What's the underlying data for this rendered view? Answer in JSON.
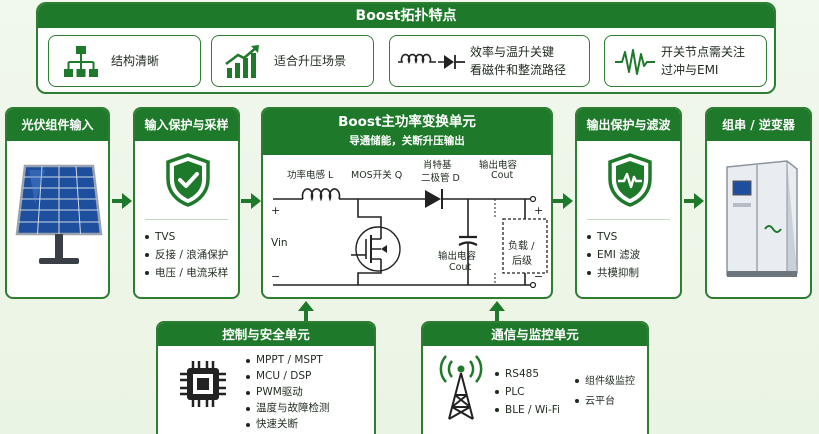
{
  "features": {
    "title": "Boost拓扑特点",
    "items": [
      {
        "icon": "hierarchy-icon",
        "text": "结构清晰"
      },
      {
        "icon": "growth-chart-icon",
        "text": "适合升压场景"
      },
      {
        "icon": "inductor-diode-icon",
        "text": "效率与温升关键",
        "text2": "看磁件和整流路径"
      },
      {
        "icon": "waveform-icon",
        "text": "开关节点需关注",
        "text2": "过冲与EMI"
      }
    ]
  },
  "pv": {
    "title": "光伏组件输入"
  },
  "input_protect": {
    "title": "输入保护与采样",
    "items": [
      "TVS",
      "反接 / 浪涌保护",
      "电压 / 电流采样"
    ]
  },
  "boost": {
    "title": "Boost主功率变换单元",
    "subtitle": "导通储能，关断升压输出",
    "labels": {
      "inductor": "功率电感 L",
      "mos": "MOS开关 Q",
      "diode_l1": "肖特基",
      "diode_l2": "二极管 D",
      "cout_top_l1": "输出电容",
      "cout_top_l2": "Cout",
      "cout_bot_l1": "输出电容",
      "cout_bot_l2": "Cout",
      "vin": "Vin",
      "load_l1": "负载 /",
      "load_l2": "后级",
      "plus": "+",
      "minus": "−"
    }
  },
  "output_protect": {
    "title": "输出保护与滤波",
    "items": [
      "TVS",
      "EMI 滤波",
      "共模抑制"
    ]
  },
  "inverter": {
    "title": "组串 / 逆变器"
  },
  "control": {
    "title": "控制与安全单元",
    "items": [
      "MPPT / MSPT",
      "MCU / DSP",
      "PWM驱动",
      "温度与故障检测",
      "快速关断"
    ]
  },
  "comm": {
    "title": "通信与监控单元",
    "items": [
      "RS485",
      "PLC",
      "BLE / Wi-Fi"
    ],
    "items2": [
      "组件级监控",
      "云平台"
    ]
  },
  "colors": {
    "primary": "#1e7a2a",
    "border": "#2e7d32",
    "bg": "#eef6e8"
  }
}
